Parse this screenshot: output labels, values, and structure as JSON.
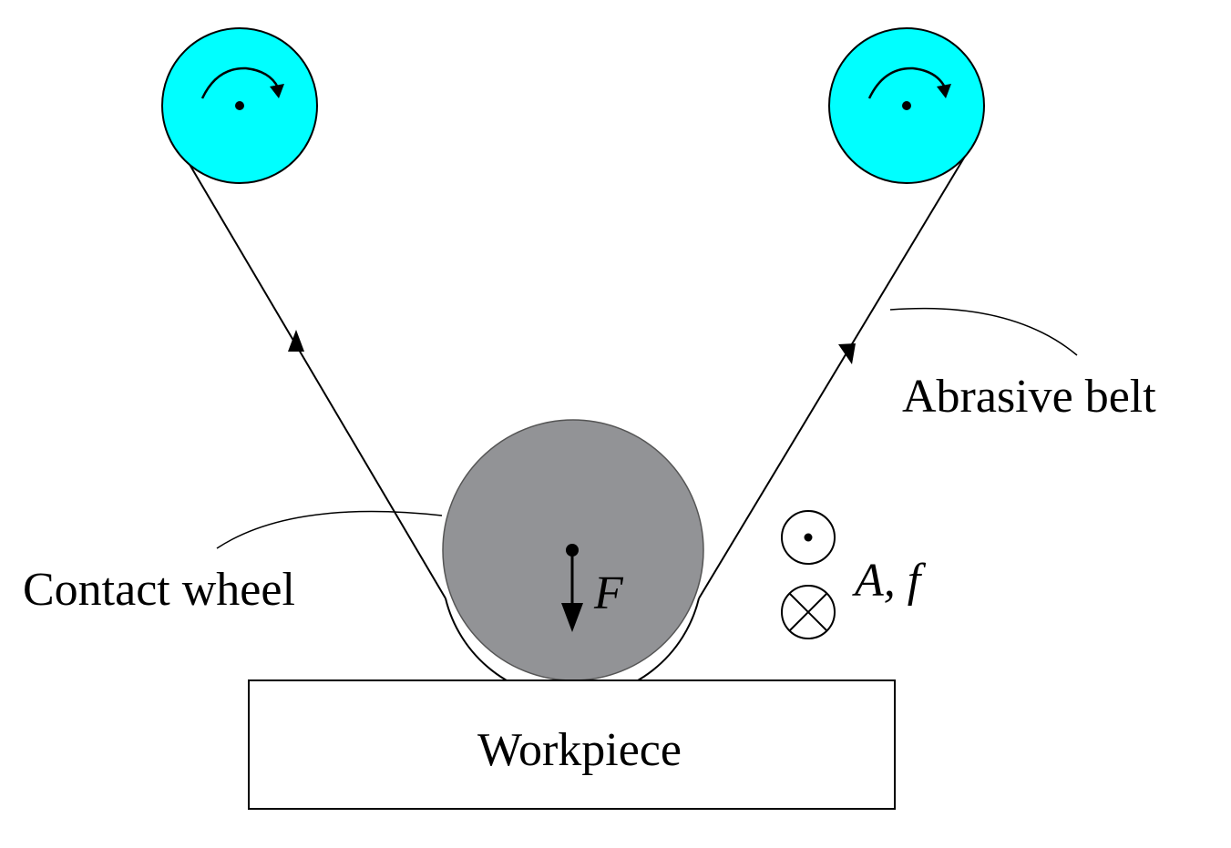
{
  "labels": {
    "abrasive_belt": "Abrasive belt",
    "contact_wheel": "Contact wheel",
    "workpiece": "Workpiece",
    "force": "F",
    "oscillation": "A, f"
  },
  "colors": {
    "pulley_fill": "#00FFFF",
    "contact_wheel_fill": "#929396",
    "stroke": "#000000",
    "background": "#FFFFFF"
  }
}
